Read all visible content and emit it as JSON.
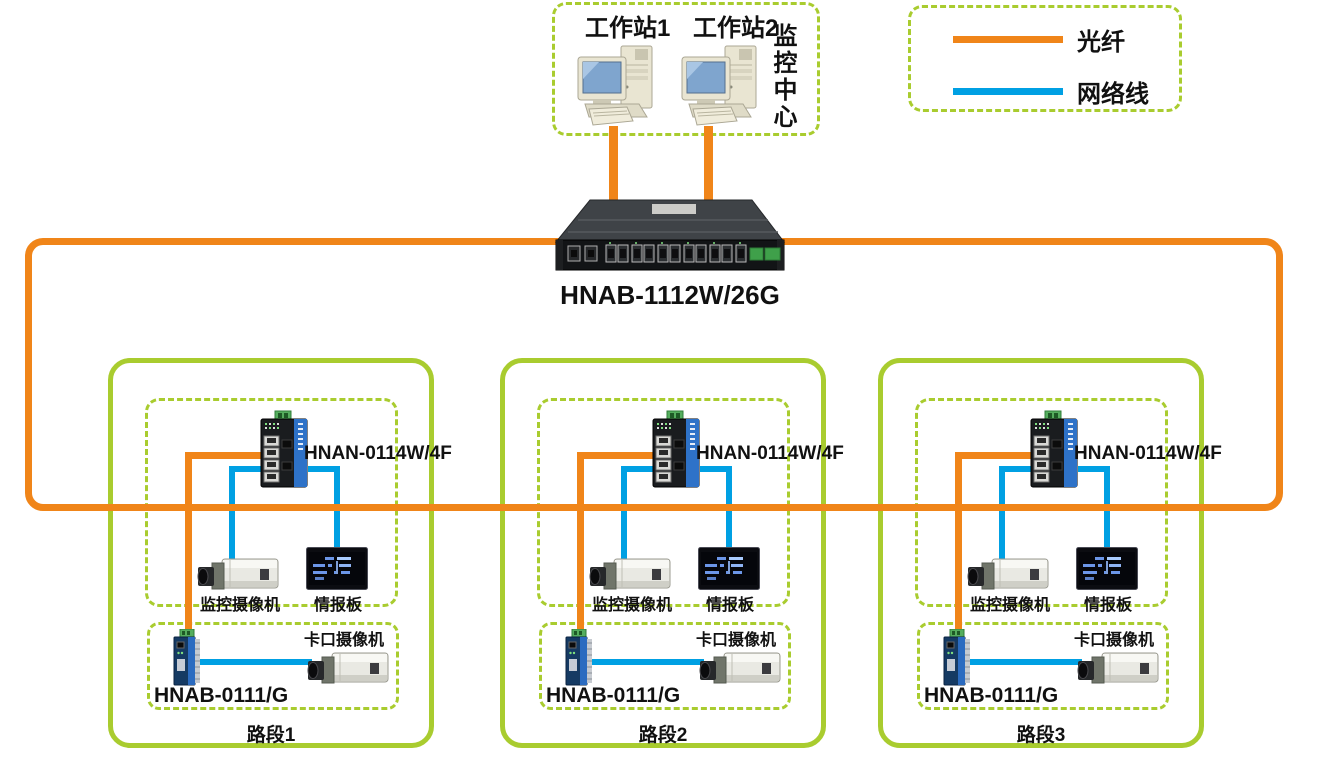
{
  "colors": {
    "fiber": "#F08519",
    "network_cable": "#00A0E3",
    "section_border_green": "#A9CC2F"
  },
  "control_center": {
    "label": "监控中心",
    "workstation1": "工作站1",
    "workstation2": "工作站2"
  },
  "legend": {
    "fiber_label": "光纤",
    "network_label": "网络线"
  },
  "core_switch": {
    "model": "HNAB-1112W/26G"
  },
  "sections": [
    {
      "road_label": "路段1",
      "switch_model": "HNAN-0114W/4F",
      "surveillance_camera_label": "监控摄像机",
      "info_board_label": "情报板",
      "checkpoint_camera_label": "卡口摄像机",
      "converter_model": "HNAB-0111/G"
    },
    {
      "road_label": "路段2",
      "switch_model": "HNAN-0114W/4F",
      "surveillance_camera_label": "监控摄像机",
      "info_board_label": "情报板",
      "checkpoint_camera_label": "卡口摄像机",
      "converter_model": "HNAB-0111/G"
    },
    {
      "road_label": "路段3",
      "switch_model": "HNAN-0114W/4F",
      "surveillance_camera_label": "监控摄像机",
      "info_board_label": "情报板",
      "checkpoint_camera_label": "卡口摄像机",
      "converter_model": "HNAB-0111/G"
    }
  ]
}
